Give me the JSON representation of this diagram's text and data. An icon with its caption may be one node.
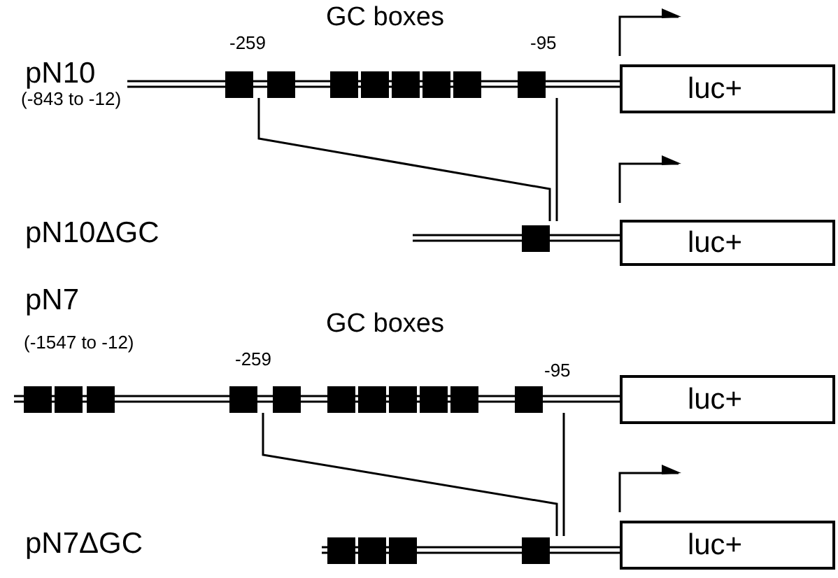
{
  "diagram": {
    "nodes": [
      {
        "text": [
          "luc+"
        ]
      },
      {
        "text": [
          "luc+"
        ]
      },
      {
        "text": [
          "luc+"
        ]
      },
      {
        "text": [
          "luc+"
        ]
      }
    ],
    "labels": [
      "GC boxes",
      "-259",
      "-95",
      "pN10",
      "(-843 to -12)",
      "pN10ΔGC",
      "pN7",
      "(-1547 to -12)",
      "GC boxes",
      "-259",
      "-95",
      "pN7ΔGC"
    ]
  }
}
